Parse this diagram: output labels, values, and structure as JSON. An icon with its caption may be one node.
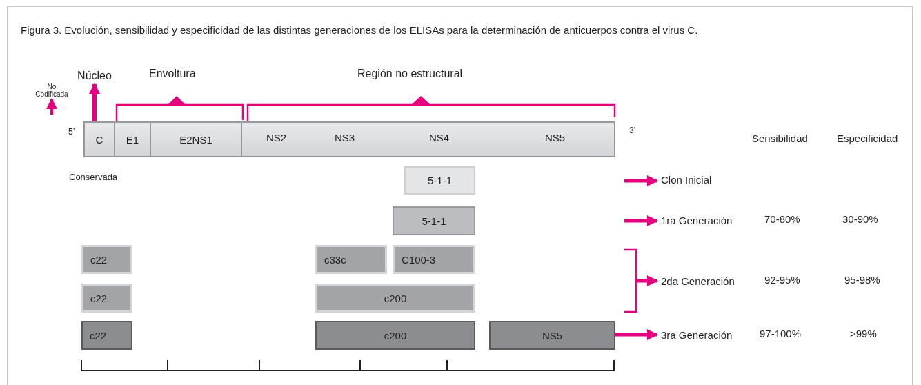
{
  "diagram": {
    "title": "Figura 3. Evolución, sensibilidad y especificidad de las distintas generaciones de los ELISAs para la determinación de anticuerpos contra el virus C.",
    "nodes": [
      {
        "text": [
          "No Codificada"
        ]
      },
      {
        "text": [
          "Núcleo"
        ]
      },
      {
        "text": [
          "C"
        ]
      },
      {
        "text": [
          "E1"
        ]
      },
      {
        "text": [
          "E2NS1"
        ]
      },
      {
        "text": [
          "NS2",
          "NS3",
          "NS4",
          "NS5"
        ]
      },
      {
        "text": [
          "5-1-1"
        ]
      },
      {
        "text": [
          "5-1-1"
        ]
      },
      {
        "text": [
          "c22"
        ]
      },
      {
        "text": [
          "c33c"
        ]
      },
      {
        "text": [
          "C100-3"
        ]
      },
      {
        "text": [
          "c22"
        ]
      },
      {
        "text": [
          "c200"
        ]
      },
      {
        "text": [
          "c22"
        ]
      },
      {
        "text": [
          "c200"
        ]
      },
      {
        "text": [
          "NS5"
        ]
      },
      {
        "text": [
          "Clon Inicial"
        ]
      },
      {
        "text": [
          "1ra Generación"
        ]
      },
      {
        "text": [
          "2da Generación"
        ]
      },
      {
        "text": [
          "3ra Generación"
        ]
      },
      {
        "text": [],
        "shape": "bracket"
      }
    ],
    "edges": [
      {
        "from": null,
        "to": 0,
        "arrow": "to"
      },
      {
        "from": 2,
        "to": 1,
        "arrow": "to"
      },
      {
        "from": null,
        "to": 16,
        "arrow": "to"
      },
      {
        "from": null,
        "to": 17,
        "arrow": "to"
      },
      {
        "from": 20,
        "to": 18,
        "arrow": "to"
      },
      {
        "from": 15,
        "to": 19,
        "arrow": "to"
      }
    ],
    "labels": [
      "Envoltura",
      "Región no estructural",
      "5’",
      "3’",
      "Sensibilidad",
      "Especificidad",
      "Conservada",
      "70-80%",
      "30-90%",
      "92-95%",
      "95-98%",
      "97-100%",
      ">99%"
    ]
  }
}
